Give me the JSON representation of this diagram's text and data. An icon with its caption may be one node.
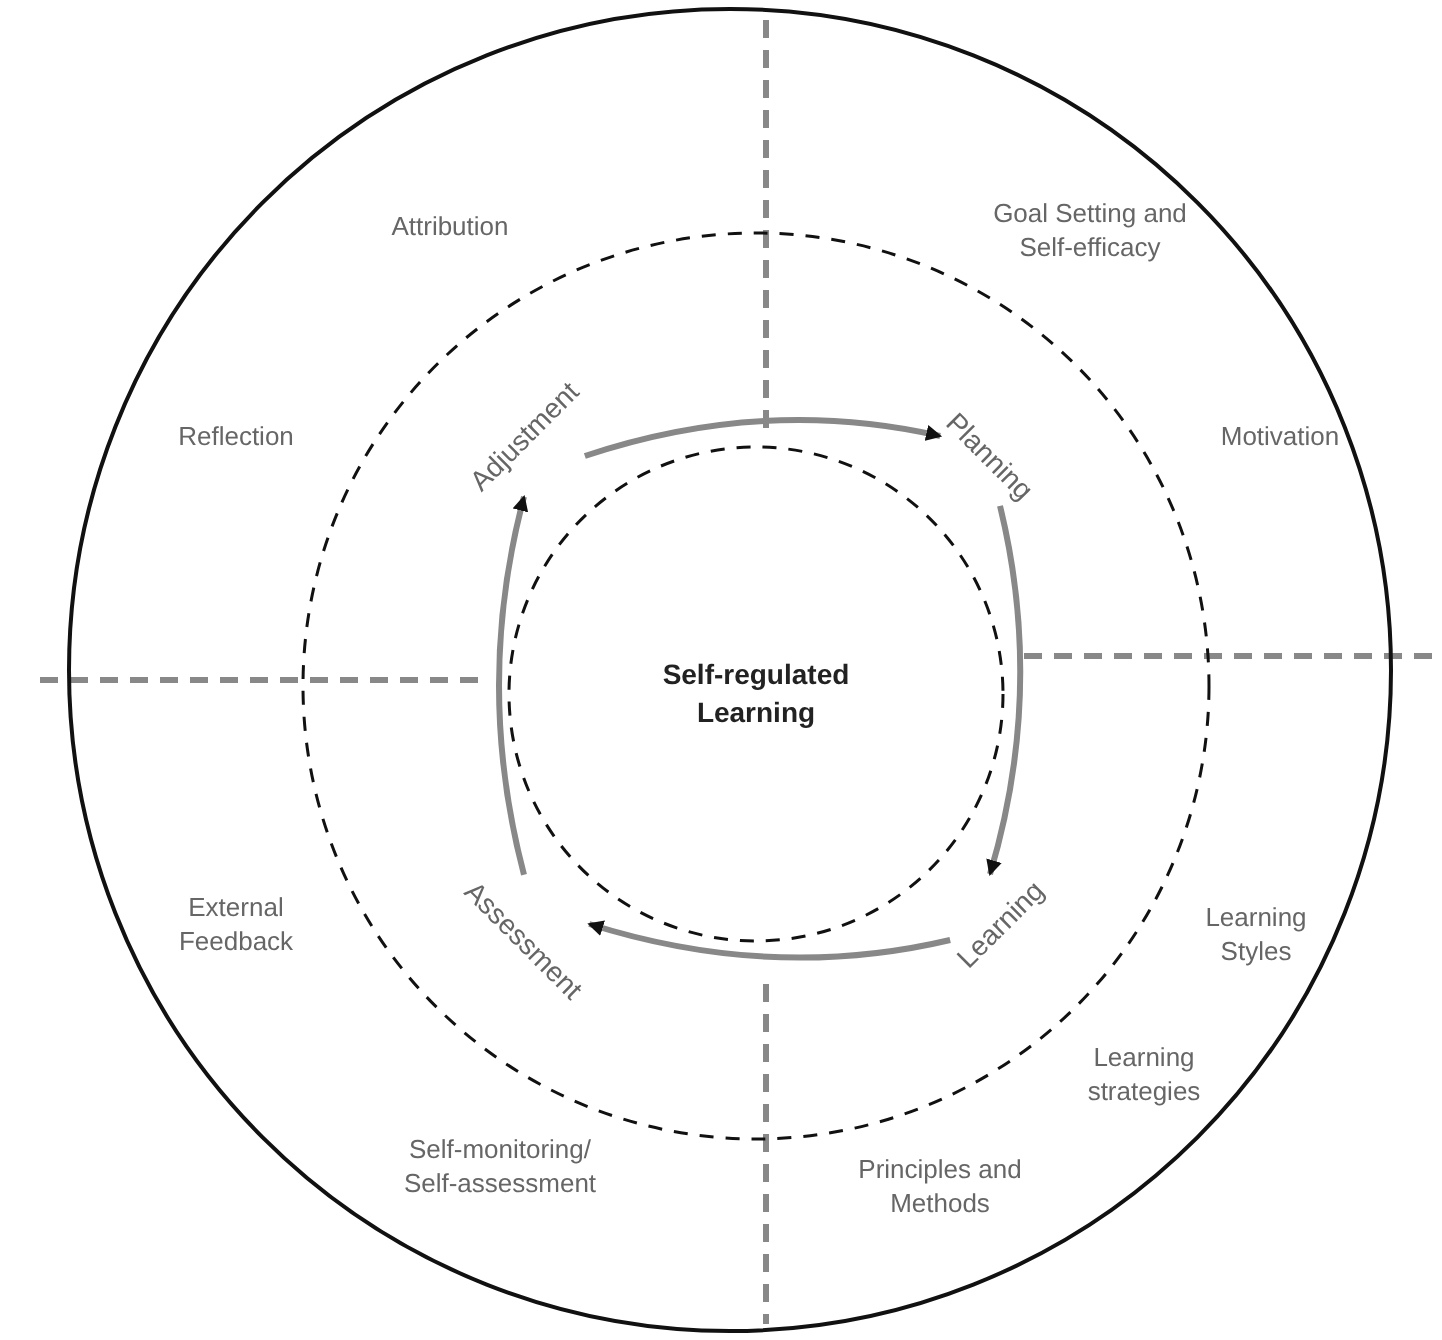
{
  "diagram": {
    "nodes": [
      {
        "text": [],
        "shape": "circle"
      },
      {
        "text": [],
        "shape": "circle",
        "in": 0
      },
      {
        "text": [
          "Self-regulated Learning"
        ],
        "in": 1
      },
      {
        "text": [
          "Adjustment"
        ],
        "in": 1
      },
      {
        "text": [
          "Planning"
        ],
        "in": 1
      },
      {
        "text": [
          "Learning"
        ],
        "in": 1
      },
      {
        "text": [
          "Assessment"
        ],
        "in": 1
      }
    ],
    "edges": [
      {
        "from": 3,
        "to": 4,
        "arrow": "to"
      },
      {
        "from": 4,
        "to": 5,
        "arrow": "to"
      },
      {
        "from": 5,
        "to": 6,
        "arrow": "to"
      },
      {
        "from": 6,
        "to": 3,
        "arrow": "to"
      }
    ],
    "labels": [
      "Attribution",
      "Goal Setting and Self-efficacy",
      "Reflection",
      "Motivation",
      "External Feedback",
      "Learning Styles",
      "Learning strategies",
      "Self-monitoring/ Self-assessment",
      "Principles and Methods"
    ]
  }
}
